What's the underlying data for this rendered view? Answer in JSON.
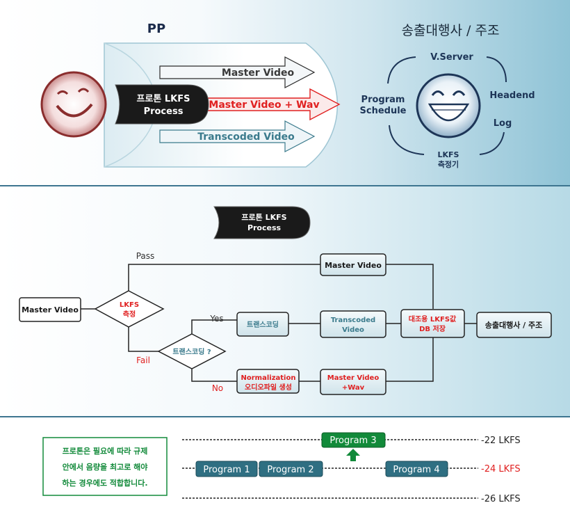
{
  "top": {
    "pp_title": "PP",
    "broadcaster_title": "송출대행사 / 주조",
    "process_line1": "프로톤 LKFS",
    "process_line2": "Process",
    "arrows": [
      "Master Video",
      "Master Video + Wav",
      "Transcoded Video"
    ],
    "cycle": {
      "vserver": "V.Server",
      "headend": "Headend",
      "log": "Log",
      "lkfs_line1": "LKFS",
      "lkfs_line2": "측정기",
      "program_line1": "Program",
      "program_line2": "Schedule"
    }
  },
  "flow": {
    "process_line1": "프로톤 LKFS",
    "process_line2": "Process",
    "master_video_in": "Master Video",
    "lkfs_line1": "LKFS",
    "lkfs_line2": "측정",
    "pass": "Pass",
    "fail": "Fail",
    "transcoding_q": "트랜스코딩 ?",
    "yes": "Yes",
    "no": "No",
    "master_video_top": "Master Video",
    "transcoding": "트랜스코딩",
    "transcoded_line1": "Transcoded",
    "transcoded_line2": "Video",
    "normalization_line1": "Normalization",
    "normalization_line2": "오디오파일 생성",
    "mvwav_line1": "Master Video",
    "mvwav_line2": "+Wav",
    "db_line1": "대조용 LKFS값",
    "db_line2": "DB 저장",
    "broadcaster": "송출대행사 / 주조"
  },
  "bottom": {
    "note_lines": [
      "프로톤은 필요에 따라 규제",
      "안에서 음량을 최고로 해야",
      "하는 경우에도 적합합니다."
    ],
    "programs": [
      "Program 1",
      "Program 2",
      "Program 3",
      "Program 4"
    ],
    "levels": [
      "-22 LKFS",
      "-24 LKFS",
      "-26 LKFS"
    ]
  },
  "colors": {
    "dark": "#1a1a1a",
    "red": "#e02020",
    "teal": "#3a7a8c",
    "navy": "#1d3557",
    "program_teal": "#2f6f82",
    "program_green": "#128a3a"
  }
}
